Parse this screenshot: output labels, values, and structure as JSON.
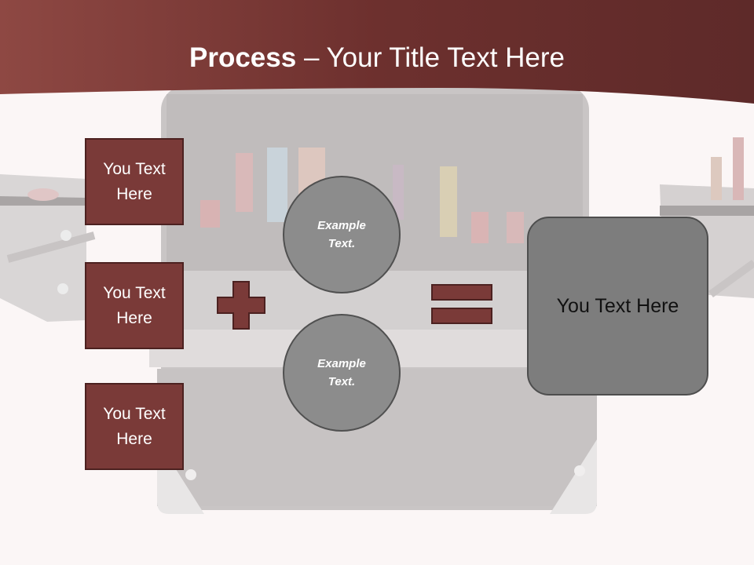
{
  "title": {
    "bold": "Process",
    "rest": " – Your Title Text Here"
  },
  "left_boxes": [
    {
      "label": "You Text Here"
    },
    {
      "label": "You Text Here"
    },
    {
      "label": "You Text Here"
    }
  ],
  "circles": [
    {
      "label": "Example Text."
    },
    {
      "label": "Example Text."
    }
  ],
  "result": {
    "label": "You Text Here"
  },
  "colors": {
    "banner": "#7a3a38",
    "box_fill": "#7a3a38",
    "circle_fill": "#8c8c8c",
    "result_fill": "#7d7d7d",
    "background": "#fbf6f6"
  },
  "background_image": "makeup-case-icon"
}
